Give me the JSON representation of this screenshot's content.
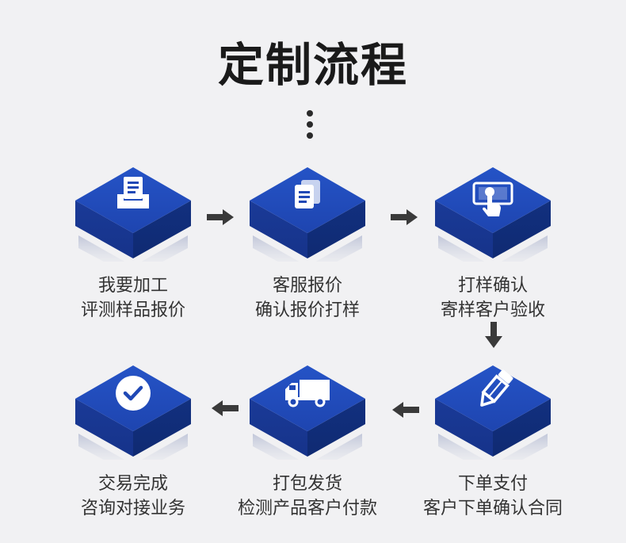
{
  "title": "定制流程",
  "accent_color": "#1f48b5",
  "steps": [
    {
      "icon": "document-tray-icon",
      "line1": "我要加工",
      "line2": "评测样品报价"
    },
    {
      "icon": "documents-icon",
      "line1": "客服报价",
      "line2": "确认报价打样"
    },
    {
      "icon": "touch-screen-icon",
      "line1": "打样确认",
      "line2": "寄样客户验收"
    },
    {
      "icon": "pencil-icon",
      "line1": "下单支付",
      "line2": "客户下单确认合同"
    },
    {
      "icon": "delivery-truck-icon",
      "line1": "打包发货",
      "line2": "检测产品客户付款"
    },
    {
      "icon": "checkmark-icon",
      "line1": "交易完成",
      "line2": "咨询对接业务"
    }
  ]
}
